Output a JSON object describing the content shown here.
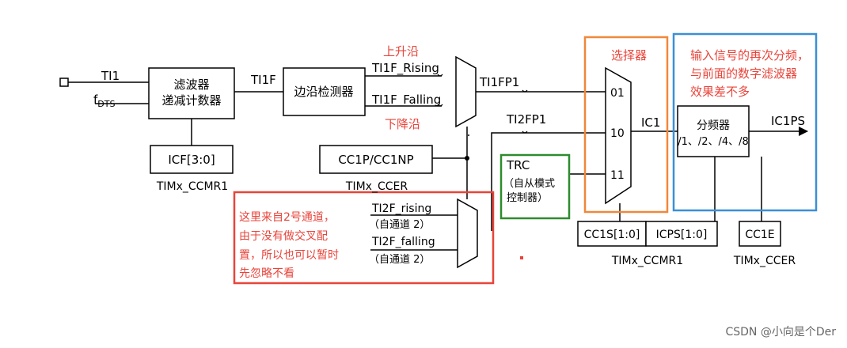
{
  "inputs": {
    "ti1": "TI1",
    "fdts": "f",
    "fdts_sub": "DTS"
  },
  "blocks": {
    "filter_line1": "滤波器",
    "filter_line2": "递减计数器",
    "edge_detector": "边沿检测器",
    "icf": "ICF[3:0]",
    "cc1p": "CC1P/CC1NP",
    "prescaler_line1": "分频器",
    "prescaler_line2": "/1、/2、/4、/8",
    "trc_title": "TRC",
    "trc_line1": "（自从模式",
    "trc_line2": "控制器）",
    "cc1s": "CC1S[1:0]",
    "icps": "ICPS[1:0]",
    "cc1e": "CC1E"
  },
  "signals": {
    "ti1f": "TI1F",
    "ti1f_rising": "TI1F_Rising",
    "ti1f_falling": "TI1F_Falling",
    "ti1fp1": "TI1FP1",
    "ti2fp1": "TI2FP1",
    "ti2f_rising": "TI2F_rising",
    "from_ch2_a": "（自通道 2）",
    "ti2f_falling": "TI2F_falling",
    "from_ch2_b": "（自通道 2）",
    "ic1": "IC1",
    "ic1ps": "IC1PS",
    "mux_01": "01",
    "mux_10": "10",
    "mux_11": "11"
  },
  "registers": {
    "ccmr1_left": "TIMx_CCMR1",
    "ccer_left": "TIMx_CCER",
    "ccmr1_right": "TIMx_CCMR1",
    "ccer_right": "TIMx_CCER"
  },
  "annotations": {
    "rising_edge": "上升沿",
    "falling_edge": "下降沿",
    "selector": "选择器",
    "prescale_note_line1": "输入信号的再次分频，",
    "prescale_note_line2": "与前面的数字滤波器",
    "prescale_note_line3": "效果差不多",
    "ch2_note_line1": "这里来自2号通道，",
    "ch2_note_line2": "由于没有做交叉配",
    "ch2_note_line3": "置，所以也可以暂时",
    "ch2_note_line4": "先忽略不看"
  },
  "colors": {
    "annotation_red": "#e8443a",
    "selector_orange": "#f0883a",
    "prescaler_blue": "#3b8fd6",
    "trc_green": "#2e8b2e"
  },
  "watermark": "CSDN @小向是个Der"
}
